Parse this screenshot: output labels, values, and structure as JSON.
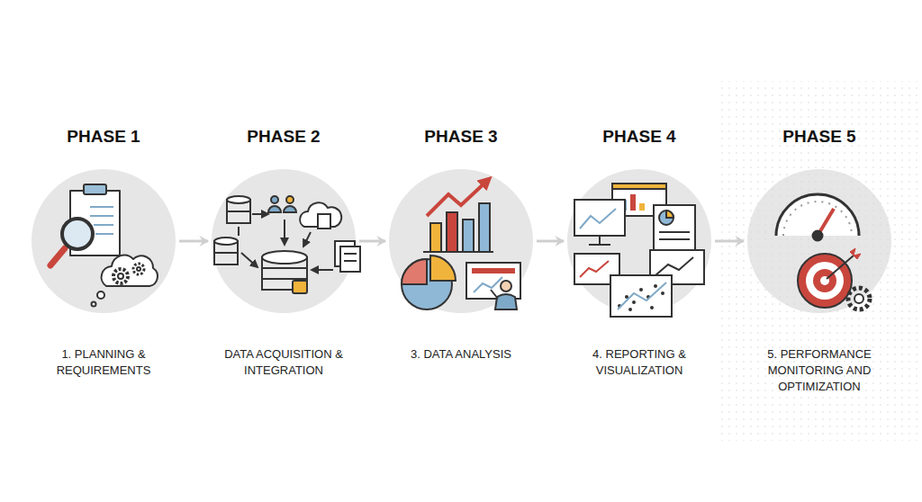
{
  "diagram": {
    "nodes": [
      {
        "text": [
          "PHASE 1",
          "1. PLANNING & REQUIREMENTS"
        ]
      },
      {
        "text": [
          "PHASE 2",
          "DATA ACQUISITION & INTEGRATION"
        ]
      },
      {
        "text": [
          "PHASE 3",
          "3. DATA ANALYSIS"
        ]
      },
      {
        "text": [
          "PHASE 4",
          "4. REPORTING & VISUALIZATION"
        ]
      },
      {
        "text": [
          "PHASE 5",
          "5. PERFORMANCE MONITORING AND OPTIMIZATION"
        ]
      }
    ],
    "edges": [
      {
        "from": 0,
        "to": 1,
        "arrow": "to"
      },
      {
        "from": 1,
        "to": 2,
        "arrow": "to"
      },
      {
        "from": 2,
        "to": 3,
        "arrow": "to"
      },
      {
        "from": 3,
        "to": 4,
        "arrow": "to"
      }
    ]
  }
}
